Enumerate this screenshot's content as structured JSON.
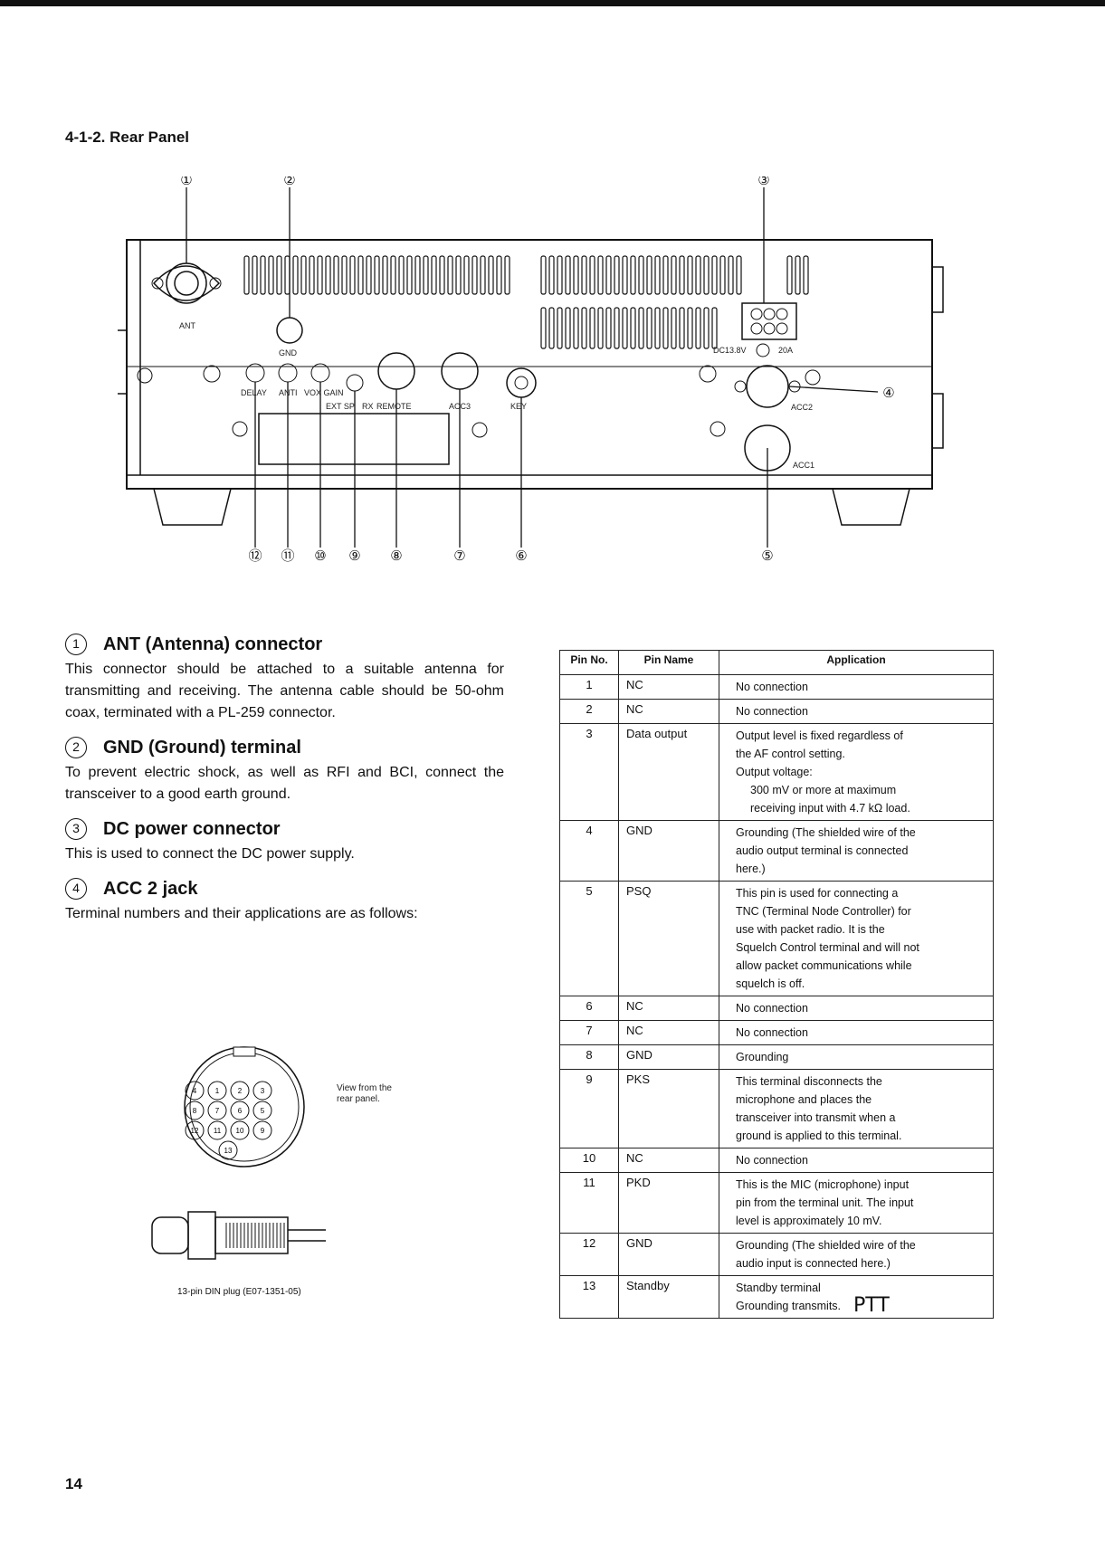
{
  "section_title": "4-1-2. Rear Panel",
  "panel": {
    "labels": {
      "ant": "ANT",
      "gnd": "GND",
      "dc": "DC13.8V",
      "amp": "20A",
      "delay": "DELAY",
      "anti": "ANTI",
      "vox_gain": "VOX GAIN",
      "ext_sp": "EXT SP",
      "rx": "RX",
      "remote": "REMOTE",
      "acc3": "ACC3",
      "key": "KEY",
      "acc2": "ACC2",
      "acc1": "ACC1"
    },
    "callouts": [
      "①",
      "②",
      "③",
      "④",
      "⑤",
      "⑥",
      "⑦",
      "⑧",
      "⑨",
      "⑩",
      "⑪",
      "⑫"
    ]
  },
  "items": [
    {
      "num": "1",
      "title": "ANT (Antenna) connector",
      "body": "This connector should be attached to a suitable antenna for transmitting and receiving. The antenna cable should be 50-ohm coax, terminated with a PL-259 connector."
    },
    {
      "num": "2",
      "title": "GND (Ground) terminal",
      "body": "To prevent electric shock, as well as RFI and BCI, connect the transceiver to a good earth ground."
    },
    {
      "num": "3",
      "title": "DC power connector",
      "body": "This is used to connect the DC power supply."
    },
    {
      "num": "4",
      "title": "ACC 2 jack",
      "body": "Terminal numbers and their applications are as follows:"
    }
  ],
  "din": {
    "view_note_line1": "View from the",
    "view_note_line2": "rear panel.",
    "caption": "13-pin DIN plug (E07-1351-05)"
  },
  "table": {
    "headers": [
      "Pin No.",
      "Pin Name",
      "Application"
    ],
    "rows": [
      {
        "pin": "1",
        "name": "NC",
        "app": [
          "No connection"
        ]
      },
      {
        "pin": "2",
        "name": "NC",
        "app": [
          "No connection"
        ]
      },
      {
        "pin": "3",
        "name": "Data output",
        "app": [
          "Output level is fixed regardless of",
          "the AF control setting.",
          "Output voltage:",
          "300 mV or more at maximum",
          "receiving input with 4.7 kΩ load."
        ]
      },
      {
        "pin": "4",
        "name": "GND",
        "app": [
          "Grounding (The shielded wire of the",
          "audio output terminal is connected",
          "here.)"
        ]
      },
      {
        "pin": "5",
        "name": "PSQ",
        "app": [
          "This pin is used for connecting a",
          "TNC (Terminal Node Controller) for",
          "use with packet radio. It is the",
          "Squelch Control terminal and will not",
          "allow packet communications while",
          "squelch is off."
        ]
      },
      {
        "pin": "6",
        "name": "NC",
        "app": [
          "No connection"
        ]
      },
      {
        "pin": "7",
        "name": "NC",
        "app": [
          "No connection"
        ]
      },
      {
        "pin": "8",
        "name": "GND",
        "app": [
          "Grounding"
        ]
      },
      {
        "pin": "9",
        "name": "PKS",
        "app": [
          "This terminal disconnects the",
          "microphone and places the",
          "transceiver into transmit when a",
          "ground is applied to this terminal."
        ]
      },
      {
        "pin": "10",
        "name": "NC",
        "app": [
          "No connection"
        ]
      },
      {
        "pin": "11",
        "name": "PKD",
        "app": [
          "This is the MIC (microphone) input",
          "pin from the terminal unit. The input",
          "level is approximately 10 mV."
        ]
      },
      {
        "pin": "12",
        "name": "GND",
        "app": [
          "Grounding (The shielded wire of the",
          "audio input is connected here.)"
        ]
      },
      {
        "pin": "13",
        "name": "Standby",
        "app": [
          "Standby terminal",
          "Grounding transmits."
        ]
      }
    ],
    "handwritten_note": "PTT"
  },
  "page_number": "14"
}
